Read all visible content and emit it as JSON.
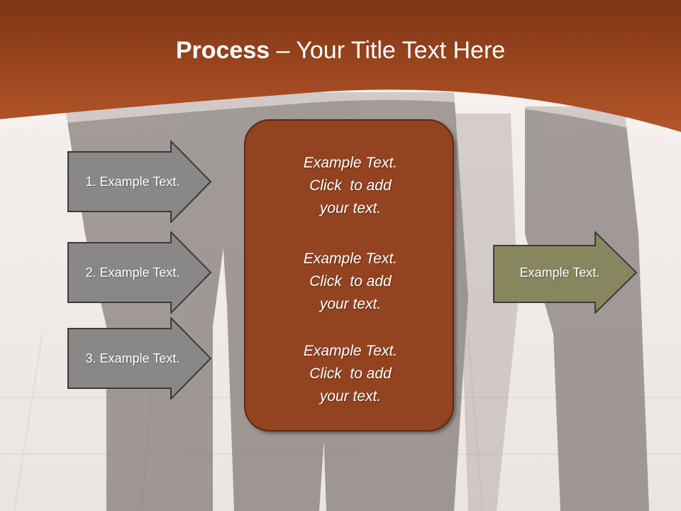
{
  "title": {
    "bold": "Process",
    "rest": " – Your Title Text Here"
  },
  "left_arrows": [
    {
      "label": "1. Example Text."
    },
    {
      "label": "2. Example Text."
    },
    {
      "label": "3. Example Text."
    }
  ],
  "center_box": {
    "blocks": [
      {
        "line1": "Example Text.",
        "line2": "Click  to add",
        "line3": "your text."
      },
      {
        "line1": "Example Text.",
        "line2": "Click  to add",
        "line3": "your text."
      },
      {
        "line1": "Example Text.",
        "line2": "Click  to add",
        "line3": "your text."
      }
    ]
  },
  "output_arrow": {
    "label": "Example Text."
  },
  "colors": {
    "header": "#a84a1f",
    "gray_arrow": "#8a8887",
    "center_box": "#934320",
    "green_arrow": "#87865e"
  }
}
